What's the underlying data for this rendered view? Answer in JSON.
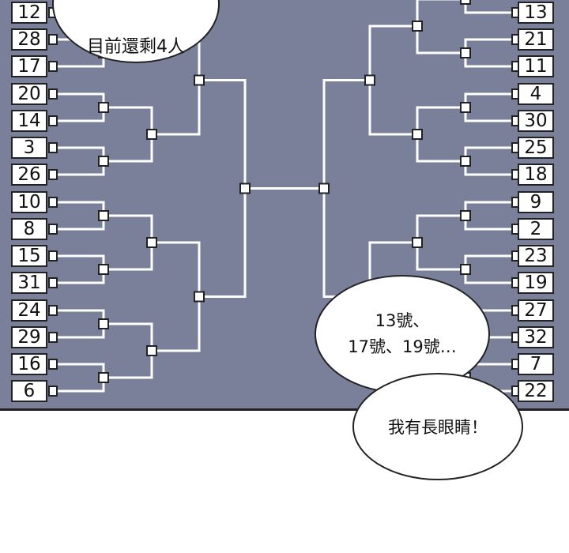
{
  "left_seeds": [
    "12",
    "28",
    "17",
    "20",
    "14",
    "3",
    "26",
    "10",
    "8",
    "15",
    "31",
    "24",
    "29",
    "16",
    "6"
  ],
  "right_seeds": [
    "13",
    "21",
    "11",
    "4",
    "30",
    "25",
    "18",
    "9",
    "2",
    "23",
    "19",
    "27",
    "32",
    "7",
    "22"
  ],
  "bubbles": {
    "top": "目前還剩4人",
    "middle_line1": "13號、",
    "middle_line2": "17號、19號…",
    "bottom": "我有長眼睛！"
  },
  "colors": {
    "panel": "#7a7f9a",
    "line": "#ffffff",
    "outline": "#222222"
  }
}
